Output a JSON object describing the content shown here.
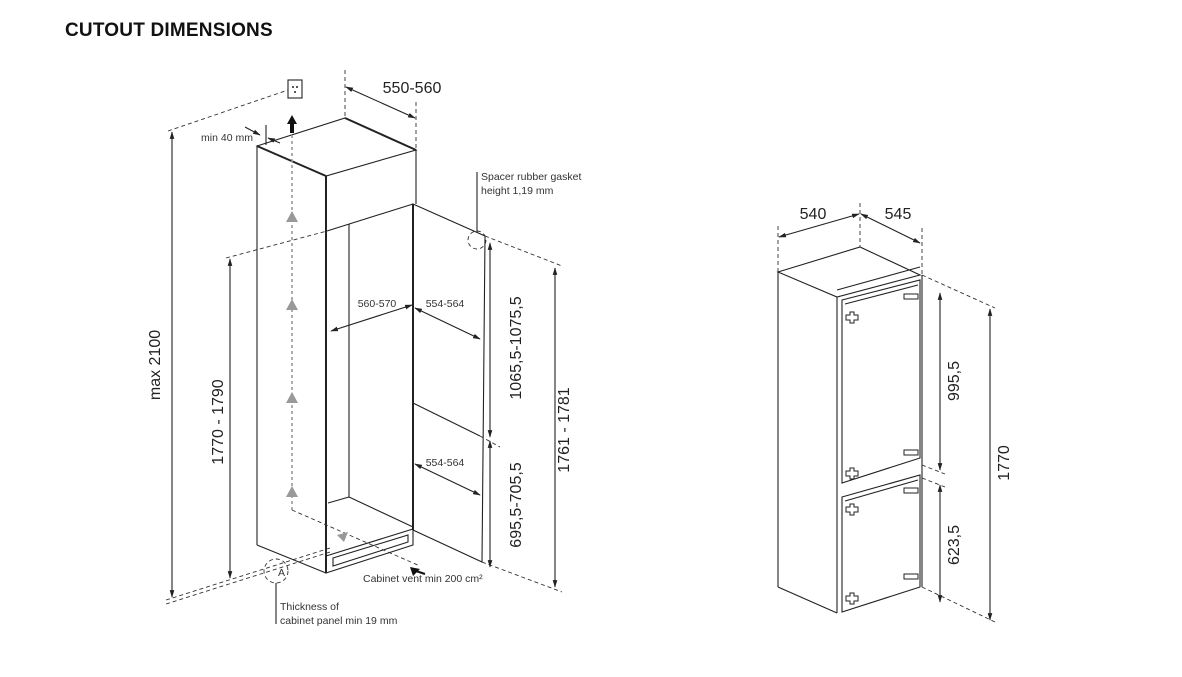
{
  "title": "CUTOUT DIMENSIONS",
  "cabinet_diagram": {
    "width_top": "550-560",
    "min_gap": "min 40 mm",
    "max_height": "max 2100",
    "niche_height": "1770 - 1790",
    "inner_depth": "560-570",
    "upper_door_depth": "554-564",
    "lower_door_depth": "554-564",
    "upper_section_height": "1065,5-1075,5",
    "lower_section_height": "695,5-705,5",
    "door_height": "1761 - 1781",
    "gasket_note_line1": "Spacer rubber gasket",
    "gasket_note_line2": "height 1,19 mm",
    "vent_note": "Cabinet vent min 200 cm²",
    "panel_note_line1": "Thickness of",
    "panel_note_line2": "cabinet panel min 19 mm",
    "detail_marker": "A"
  },
  "appliance_diagram": {
    "width": "540",
    "depth": "545",
    "upper_door_height": "995,5",
    "lower_door_height": "623,5",
    "total_height": "1770"
  }
}
